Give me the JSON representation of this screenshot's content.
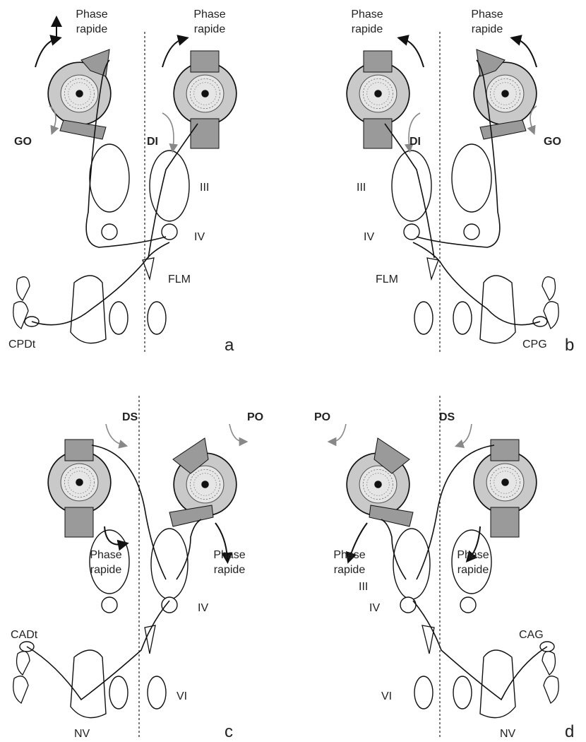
{
  "labels": {
    "phase_rapide_top": "Phase",
    "phase_rapide_bottom": "rapide",
    "GO": "GO",
    "DI": "DI",
    "DS": "DS",
    "PO": "PO",
    "III": "III",
    "IV": "IV",
    "VI": "VI",
    "FLM": "FLM",
    "NV": "NV",
    "CPDt": "CPDt",
    "CPG": "CPG",
    "CADt": "CADt",
    "CAG": "CAG"
  },
  "panels": {
    "a": "a",
    "b": "b",
    "c": "c",
    "d": "d"
  },
  "colors": {
    "eye_fill": "#c9c9c9",
    "iris_fill": "#e6e6e6",
    "muscle_fill": "#9a9a9a",
    "gray_arrow": "#888888"
  }
}
